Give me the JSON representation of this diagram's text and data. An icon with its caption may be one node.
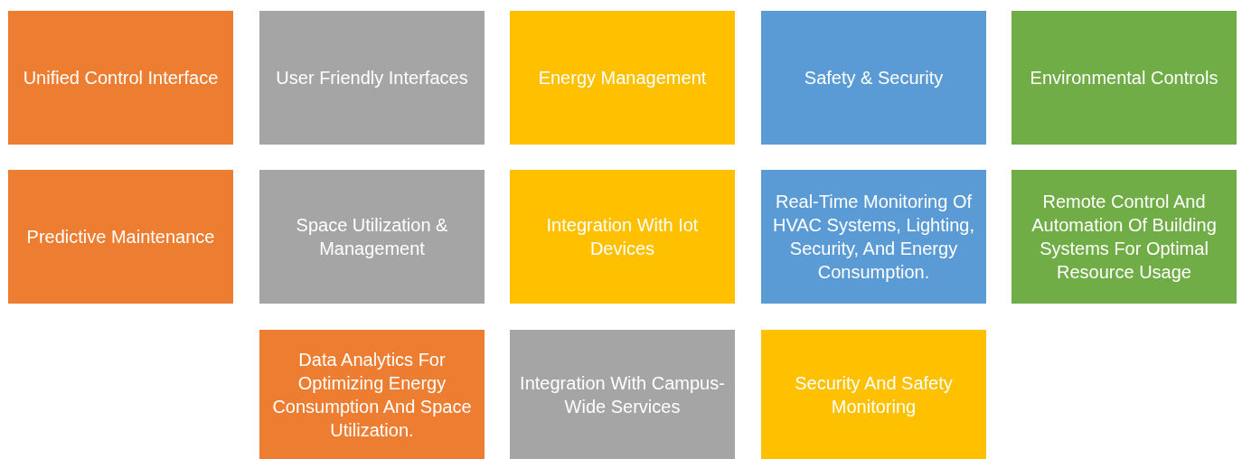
{
  "diagram": {
    "nodes": [
      {
        "text": [
          "Unified Control Interface"
        ]
      },
      {
        "text": [
          "User Friendly Interfaces"
        ]
      },
      {
        "text": [
          "Energy Management"
        ]
      },
      {
        "text": [
          "Safety & Security"
        ]
      },
      {
        "text": [
          "Environmental Controls"
        ]
      },
      {
        "text": [
          "Predictive Maintenance"
        ]
      },
      {
        "text": [
          "Space Utilization & Management"
        ]
      },
      {
        "text": [
          "Integration With Iot Devices"
        ]
      },
      {
        "text": [
          "Real-Time Monitoring Of HVAC Systems, Lighting, Security, And Energy Consumption."
        ]
      },
      {
        "text": [
          "Remote Control And Automation Of Building Systems For Optimal Resource Usage"
        ]
      },
      {
        "text": [
          "Data Analytics For Optimizing Energy Consumption And Space Utilization."
        ]
      },
      {
        "text": [
          "Integration With Campus-Wide Services"
        ]
      },
      {
        "text": [
          "Security And Safety Monitoring"
        ]
      }
    ]
  }
}
